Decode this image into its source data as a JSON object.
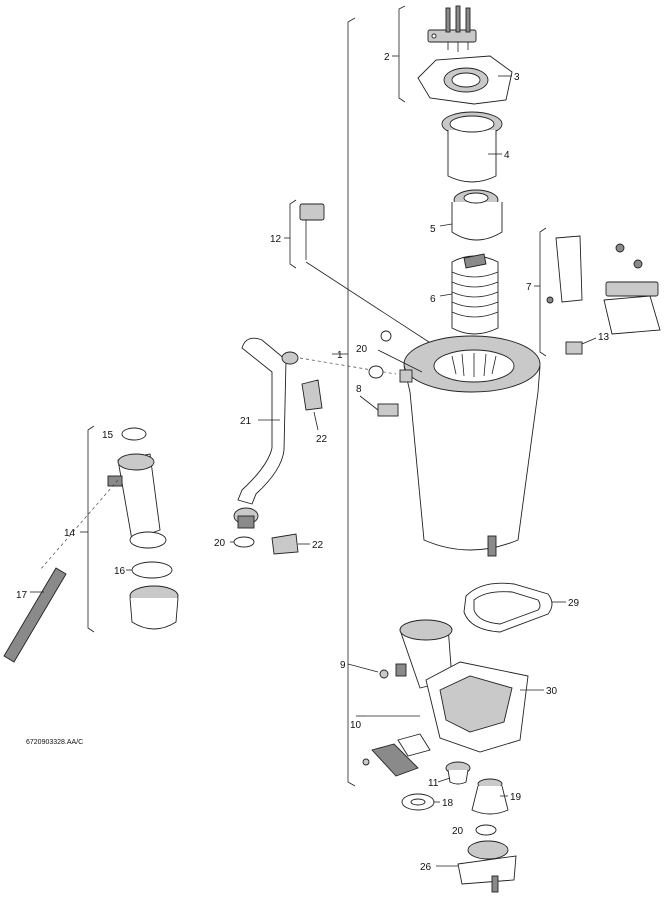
{
  "drawing_code": "6720903328.AA/C",
  "callouts": {
    "c1": "1",
    "c2": "2",
    "c3": "3",
    "c4": "4",
    "c5": "5",
    "c6": "6",
    "c7": "7",
    "c8": "8",
    "c9": "9",
    "c10": "10",
    "c11": "11",
    "c12": "12",
    "c13": "13",
    "c14": "14",
    "c15": "15",
    "c16": "16",
    "c17": "17",
    "c18": "18",
    "c19": "19",
    "c20a": "20",
    "c20b": "20",
    "c20c": "20",
    "c21": "21",
    "c22a": "22",
    "c22b": "22",
    "c26": "26",
    "c29": "29",
    "c30": "30"
  }
}
